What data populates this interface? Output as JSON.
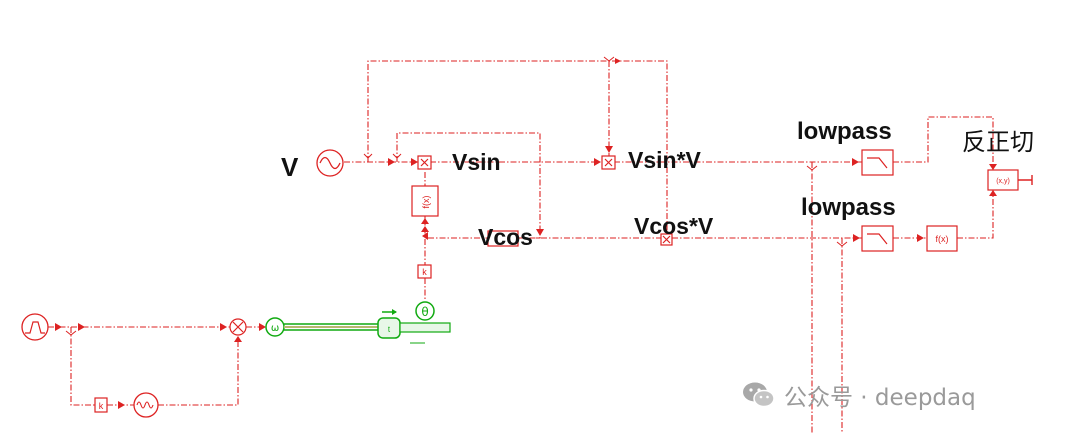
{
  "labels": {
    "v": "V",
    "vsin": "Vsin",
    "vsin_v": "Vsin*V",
    "vcos": "Vcos",
    "vcos_v": "Vcos*V",
    "lowpass_top": "lowpass",
    "lowpass_bottom": "lowpass",
    "arctan": "反正切"
  },
  "watermark": {
    "text": "公众号 · deepdaq",
    "icon": "wechat-icon"
  },
  "colors": {
    "signal": "#dd2222",
    "mechanical": "#11aa11",
    "text": "#111111",
    "watermark": "#9a9a9a"
  }
}
